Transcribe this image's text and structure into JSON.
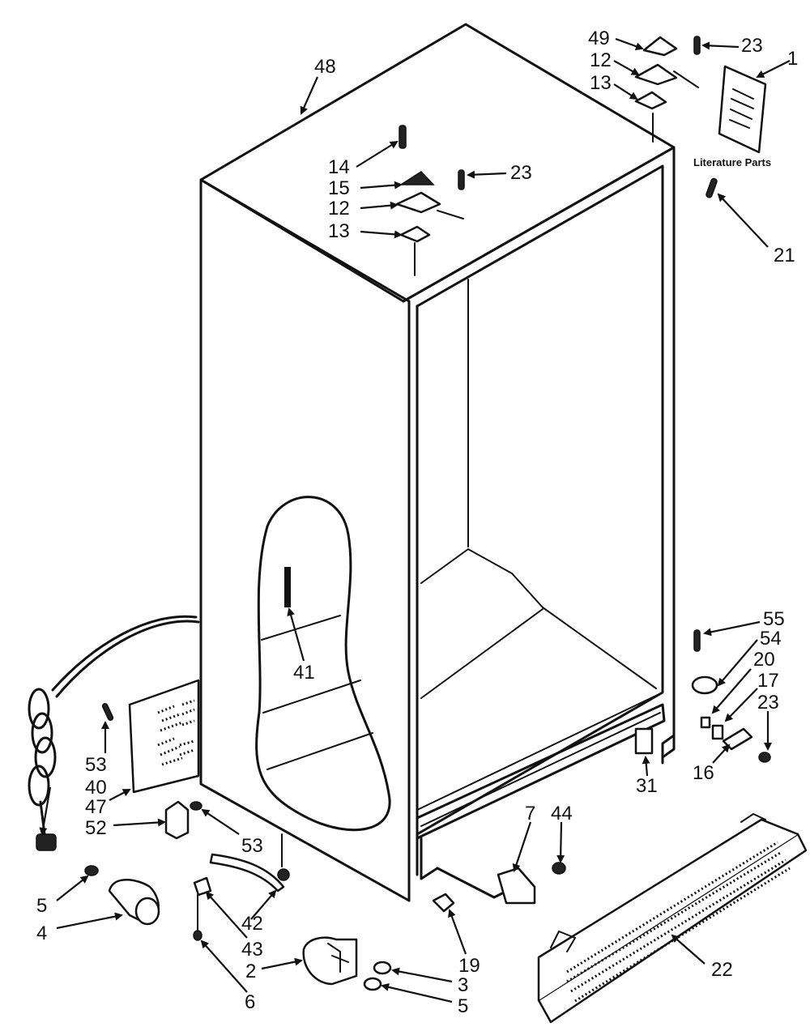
{
  "diagram": {
    "literature_label": "Literature Parts",
    "callouts": {
      "c48": "48",
      "c49": "49",
      "c23a": "23",
      "c1": "1",
      "c12a": "12",
      "c13a": "13",
      "c14": "14",
      "c15": "15",
      "c23b": "23",
      "c12b": "12",
      "c13b": "13",
      "c21": "21",
      "c55": "55",
      "c54": "54",
      "c20": "20",
      "c17": "17",
      "c23c": "23",
      "c16": "16",
      "c31": "31",
      "c41": "41",
      "c53a": "53",
      "c40": "40",
      "c47": "47",
      "c52": "52",
      "c53b": "53",
      "c7": "7",
      "c44": "44",
      "c5a": "5",
      "c4": "4",
      "c42": "42",
      "c43": "43",
      "c6": "6",
      "c2": "2",
      "c19": "19",
      "c3": "3",
      "c5b": "5",
      "c22": "22"
    }
  }
}
